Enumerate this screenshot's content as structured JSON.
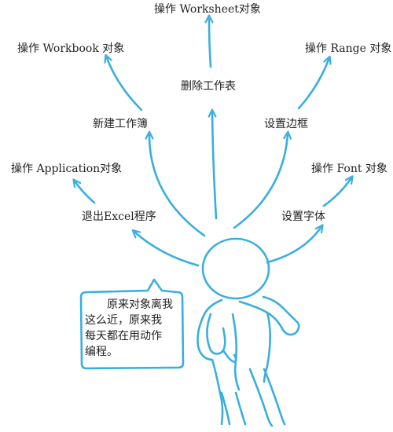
{
  "labels": {
    "worksheet": "操作 Worksheet对象",
    "workbook": "操作 Workbook 对象",
    "range": "操作 Range 对象",
    "delete_sheet": "删除工作表",
    "new_workbook": "新建工作簿",
    "set_border": "设置边框",
    "application": "操作 Application对象",
    "font": "操作 Font 对象",
    "exit_excel": "退出Excel程序",
    "set_font": "设置字体"
  },
  "speech": {
    "line1": "原来对象离我",
    "line2": "这么近，原来我",
    "line3": "每天都在用动作",
    "line4": "编程。"
  },
  "colors": {
    "stroke": "#3aaee0",
    "text": "#222222",
    "background": "#ffffff"
  }
}
